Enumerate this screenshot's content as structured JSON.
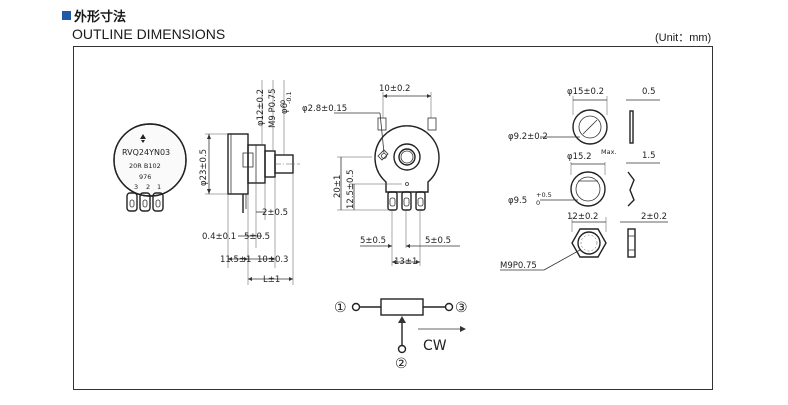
{
  "header": {
    "title_jp": "外形寸法",
    "title_en": "OUTLINE DIMENSIONS",
    "unit": "(Unit：mm)"
  },
  "part_marking": {
    "model": "RVQ24YN03",
    "line2": "20R  B102",
    "line3": "976",
    "pins": [
      "3",
      "2",
      "1"
    ]
  },
  "side_view": {
    "d_body": "φ23±0.5",
    "d_shaft_base": "φ12±0.2",
    "thread": "M9 P0.75",
    "d_shaft": "φ6",
    "d_shaft_tol": "-0.1",
    "d_shaft_tol2": "0",
    "gap": "2±0.5",
    "plate": "0.4±0.1",
    "bush_len": "5±0.5",
    "body_len": "11.5±1",
    "thread_len": "10±0.3",
    "shaft_len": "L±1"
  },
  "back_view": {
    "width": "10±0.2",
    "hole": "φ2.8±0.15",
    "height": "20±1",
    "terminal_height": "12.5±0.5",
    "pitch_left": "5±0.5",
    "pitch_right": "5±0.5",
    "pin_span": "13±1"
  },
  "washers": {
    "w1_outer": "φ15±0.2",
    "w1_inner": "φ9.2±0.2",
    "w1_thk": "0.5",
    "w2_outer": "φ15.2",
    "w2_outer_sup": "Max.",
    "w2_inner": "φ9.5",
    "w2_inner_tol": "+0.5",
    "w2_inner_tol2": "0",
    "w2_thk": "1.5",
    "nut_width": "12±0.2",
    "nut_thk": "2±0.2",
    "nut_thread": "M9P0.75"
  },
  "schematic": {
    "pin1": "①",
    "pin2": "②",
    "pin3": "③",
    "direction": "CW"
  }
}
